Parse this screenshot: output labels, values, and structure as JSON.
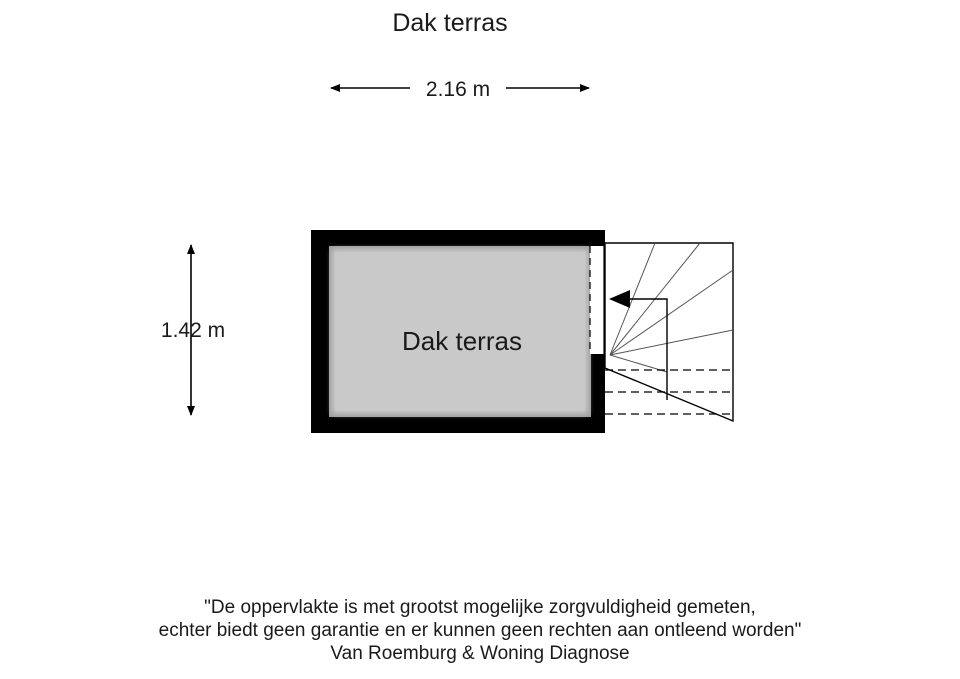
{
  "title": "Dak terras",
  "dimensions": {
    "width": "2.16 m",
    "height": "1.42 m"
  },
  "room": {
    "name": "Dak terras",
    "fill_color": "#c8c8c8",
    "wall_color": "#000000"
  },
  "disclaimer": {
    "line1": "\"De oppervlakte is met grootst mogelijke zorgvuldigheid gemeten,",
    "line2": "echter biedt geen garantie en er kunnen geen rechten aan ontleend worden\"",
    "line3": "Van Roemburg & Woning Diagnose"
  }
}
